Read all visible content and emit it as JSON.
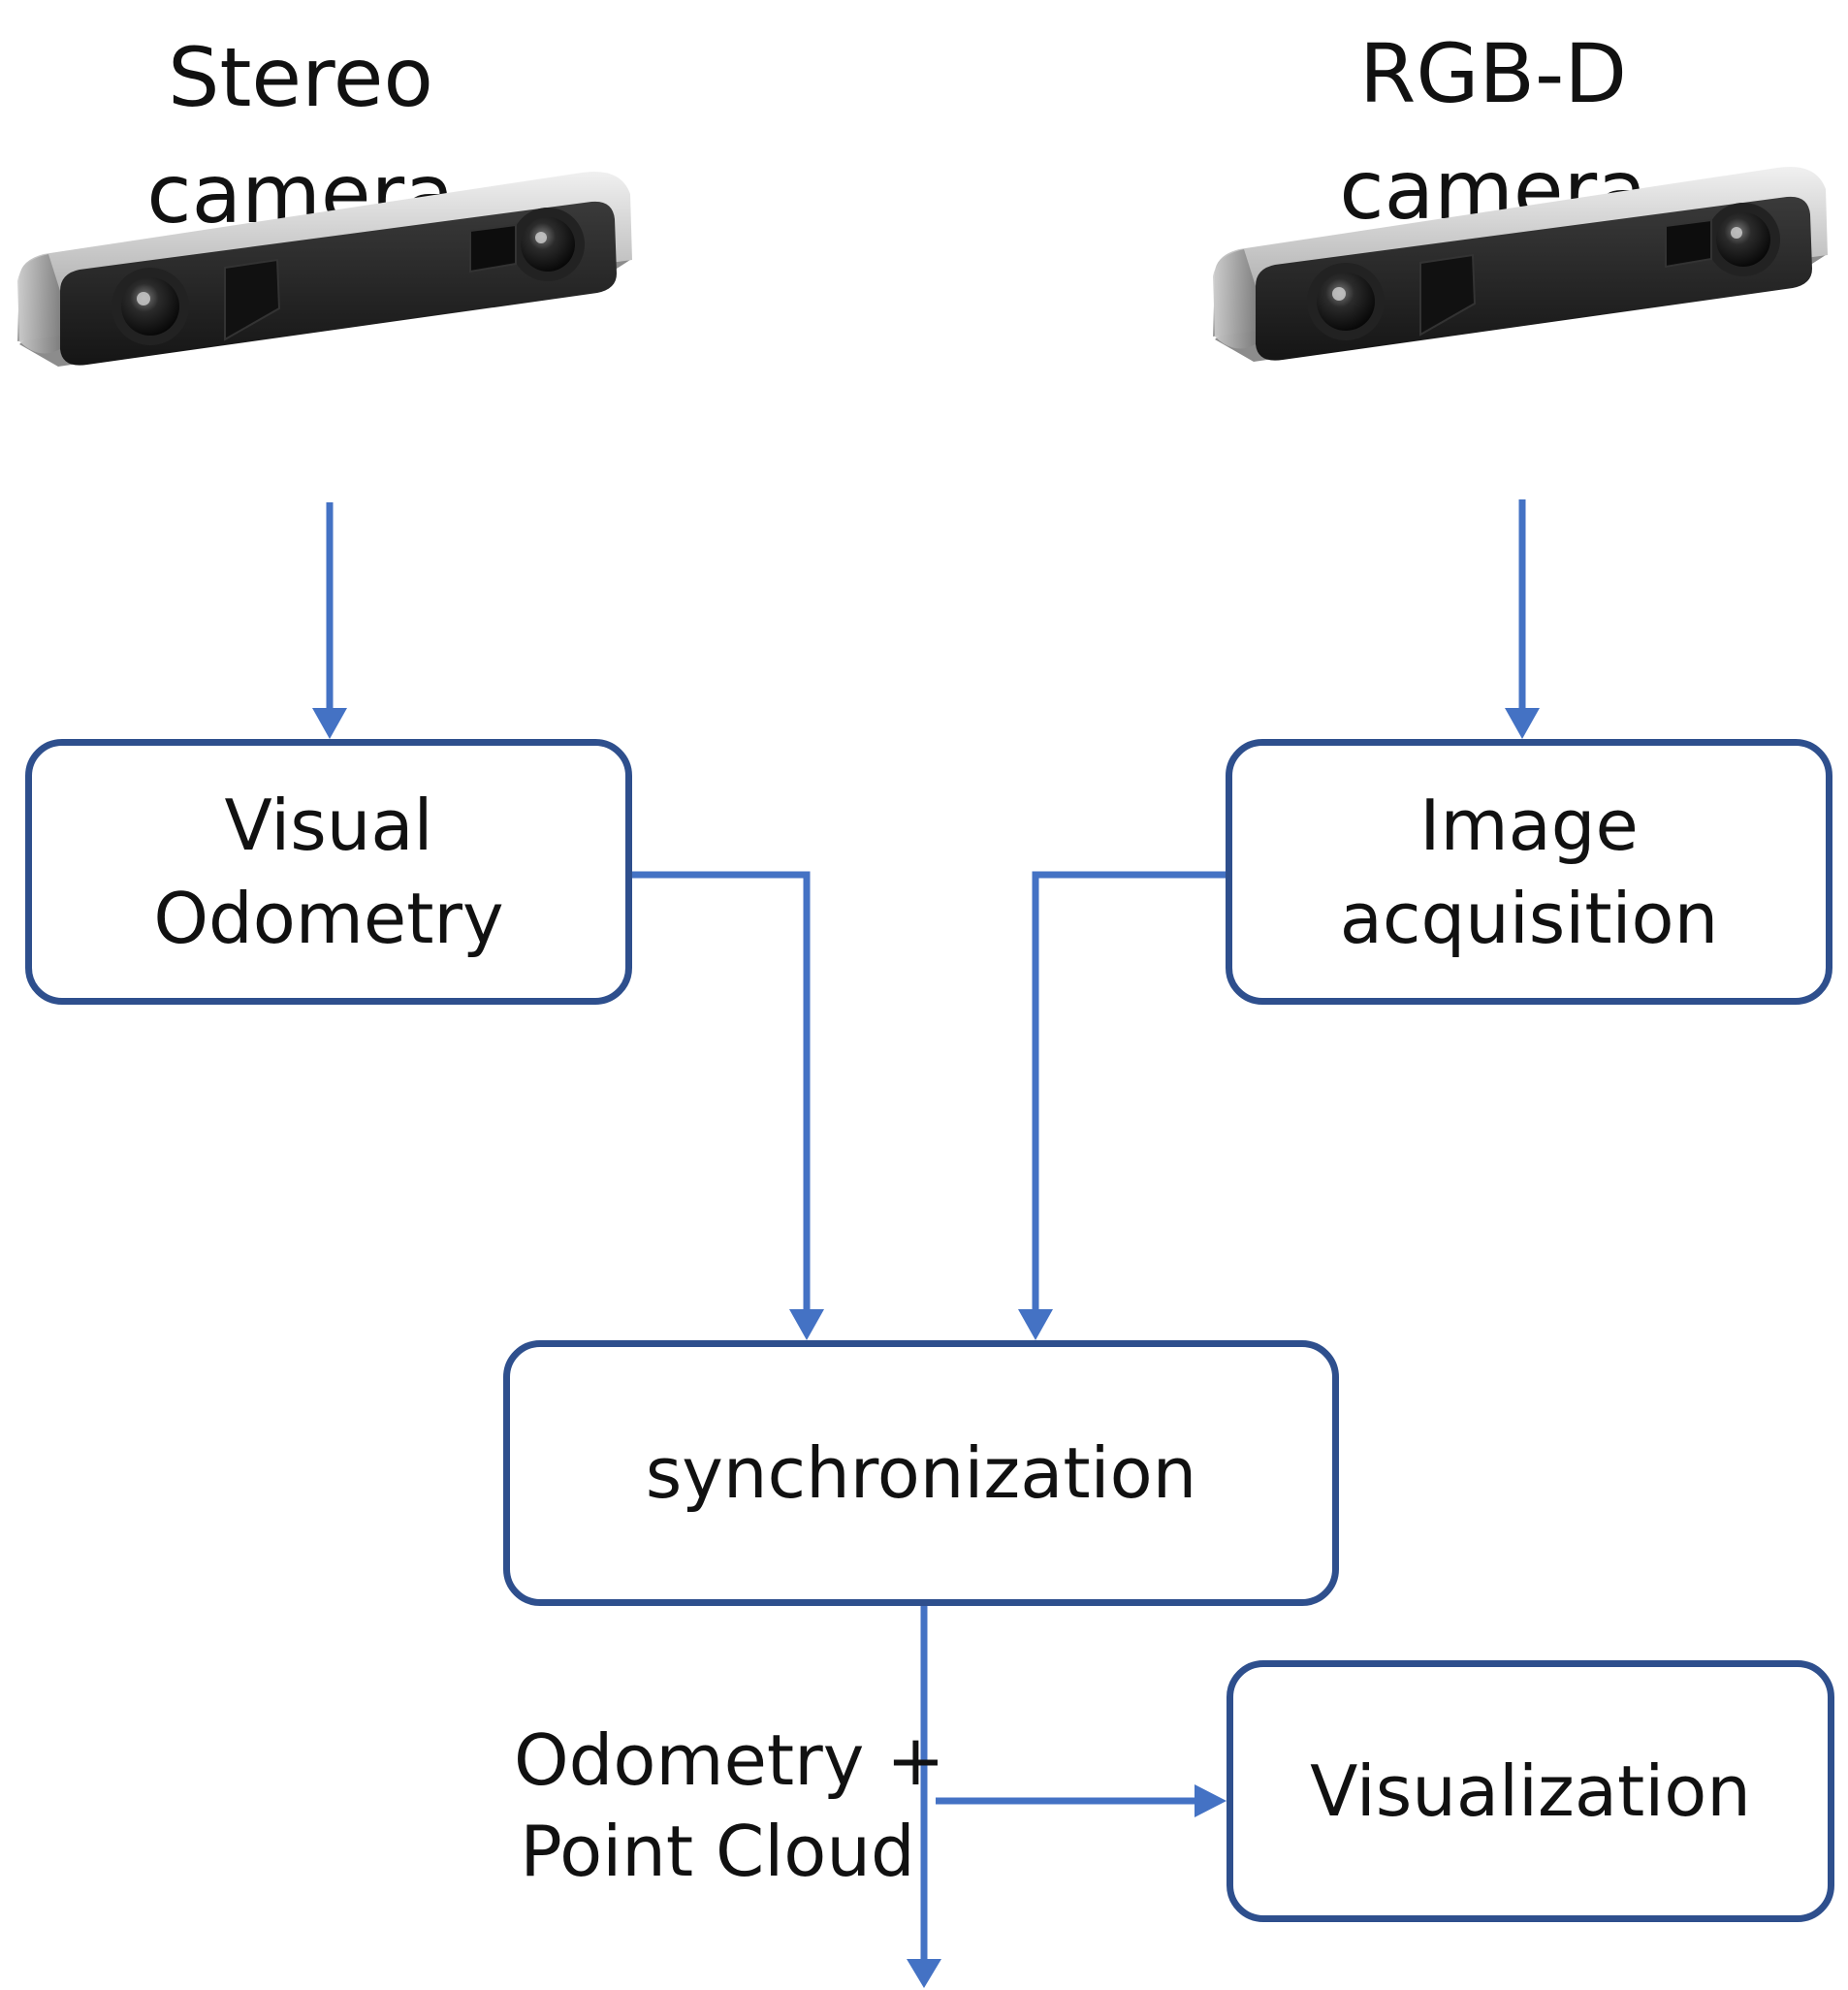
{
  "colors": {
    "arrow": "#4472c4",
    "box_border": "#2e4f8d",
    "text": "#111111",
    "background": "#ffffff"
  },
  "cameras": {
    "stereo": {
      "title_line1": "Stereo",
      "title_line2": "camera",
      "icon": "stereo-camera-icon"
    },
    "rgbd": {
      "title_line1": "RGB-D",
      "title_line2": "camera",
      "icon": "rgbd-camera-icon"
    }
  },
  "nodes": {
    "visual_odometry": {
      "line1": "Visual",
      "line2": "Odometry"
    },
    "image_acquisition": {
      "line1": "Image",
      "line2": "acquisition"
    },
    "synchronization": {
      "label": "synchronization"
    },
    "visualization": {
      "label": "Visualization"
    }
  },
  "edges": {
    "sync_output_label": {
      "line1": "Odometry +",
      "line2": "Point Cloud"
    }
  }
}
